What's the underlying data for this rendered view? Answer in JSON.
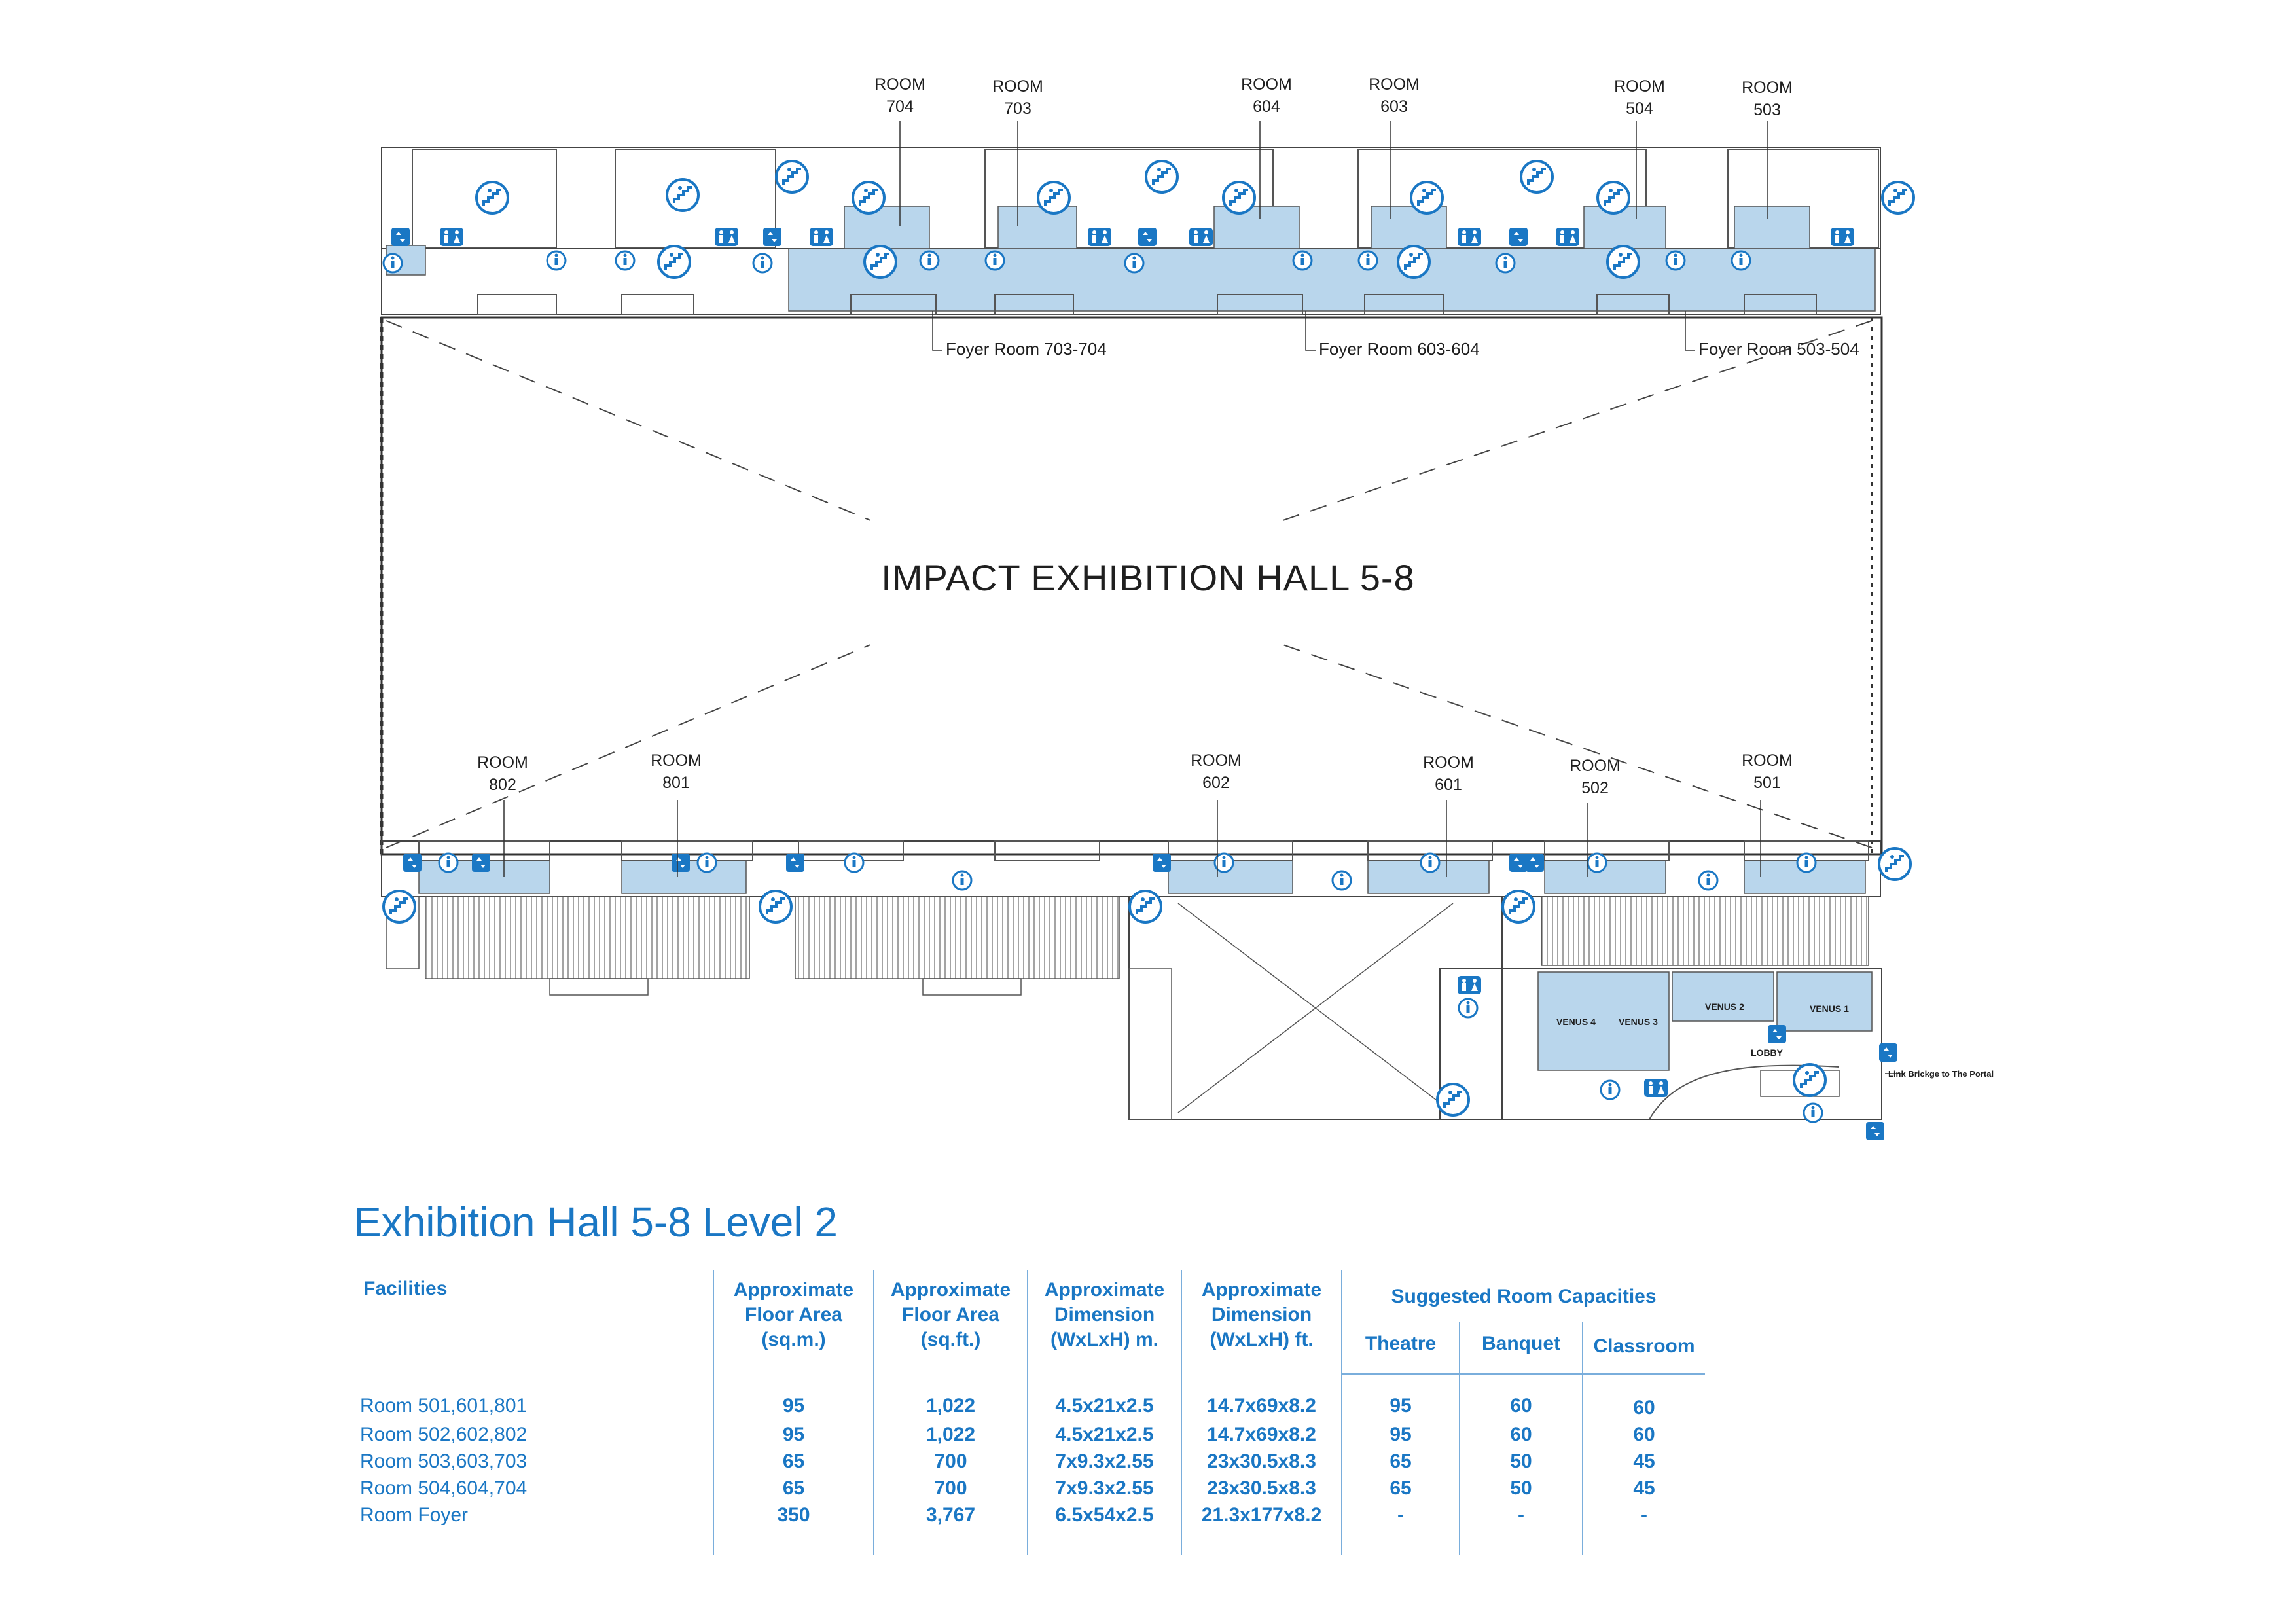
{
  "plan": {
    "hall_title": "IMPACT EXHIBITION HALL 5-8",
    "top_rooms": [
      {
        "room": "ROOM",
        "number": "704"
      },
      {
        "room": "ROOM",
        "number": "703"
      },
      {
        "room": "ROOM",
        "number": "604"
      },
      {
        "room": "ROOM",
        "number": "603"
      },
      {
        "room": "ROOM",
        "number": "504"
      },
      {
        "room": "ROOM",
        "number": "503"
      }
    ],
    "bottom_rooms": [
      {
        "room": "ROOM",
        "number": "802"
      },
      {
        "room": "ROOM",
        "number": "801"
      },
      {
        "room": "ROOM",
        "number": "602"
      },
      {
        "room": "ROOM",
        "number": "601"
      },
      {
        "room": "ROOM",
        "number": "502"
      },
      {
        "room": "ROOM",
        "number": "501"
      }
    ],
    "foyers": [
      "Foyer Room 703-704",
      "Foyer Room 603-604",
      "Foyer Room 503-504"
    ],
    "venus": [
      "VENUS 4",
      "VENUS 3",
      "VENUS 2",
      "VENUS 1"
    ],
    "lobby": "LOBBY",
    "link_bridge": "Link Brickge to The Portal",
    "colors": {
      "room_fill": "#b9d6ec",
      "icon_blue": "#1a77c4",
      "line": "#333333"
    }
  },
  "page_title": "Exhibition Hall 5-8 Level 2",
  "table": {
    "col_facilities": "Facilities",
    "col_area_sqm": [
      "Approximate",
      "Floor Area",
      "(sq.m.)"
    ],
    "col_area_sqft": [
      "Approximate",
      "Floor Area",
      "(sq.ft.)"
    ],
    "col_dim_m": [
      "Approximate",
      "Dimension",
      "(WxLxH) m."
    ],
    "col_dim_ft": [
      "Approximate",
      "Dimension",
      "(WxLxH) ft."
    ],
    "col_capacities": "Suggested Room Capacities",
    "cap_theatre": "Theatre",
    "cap_banquet": "Banquet",
    "cap_classroom": "Classroom",
    "rows": [
      {
        "facility": "Room 501,601,801",
        "sqm": "95",
        "sqft": "1,022",
        "dim_m": "4.5x21x2.5",
        "dim_ft": "14.7x69x8.2",
        "theatre": "95",
        "banquet": "60",
        "classroom": "60"
      },
      {
        "facility": "Room 502,602,802",
        "sqm": "95",
        "sqft": "1,022",
        "dim_m": "4.5x21x2.5",
        "dim_ft": "14.7x69x8.2",
        "theatre": "95",
        "banquet": "60",
        "classroom": "60"
      },
      {
        "facility": "Room 503,603,703",
        "sqm": "65",
        "sqft": "700",
        "dim_m": "7x9.3x2.55",
        "dim_ft": "23x30.5x8.3",
        "theatre": "65",
        "banquet": "50",
        "classroom": "45"
      },
      {
        "facility": "Room 504,604,704",
        "sqm": "65",
        "sqft": "700",
        "dim_m": "7x9.3x2.55",
        "dim_ft": "23x30.5x8.3",
        "theatre": "65",
        "banquet": "50",
        "classroom": "45"
      },
      {
        "facility": "Room Foyer",
        "sqm": "350",
        "sqft": "3,767",
        "dim_m": "6.5x54x2.5",
        "dim_ft": "21.3x177x8.2",
        "theatre": "-",
        "banquet": "-",
        "classroom": "-"
      }
    ]
  }
}
